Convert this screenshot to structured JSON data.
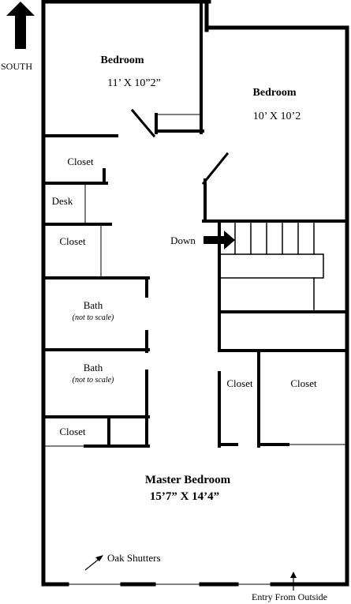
{
  "compass": {
    "label": "SOUTH",
    "icon": "north-arrow-icon"
  },
  "rooms": {
    "bedroom_1": {
      "name": "Bedroom",
      "dims": "11’ X 10”2”"
    },
    "bedroom_2": {
      "name": "Bedroom",
      "dims": "10’ X 10’2"
    },
    "closet_1": "Closet",
    "desk": "Desk",
    "closet_2": "Closet",
    "bath_1": {
      "name": "Bath",
      "note": "(not to scale)"
    },
    "bath_2": {
      "name": "Bath",
      "note": "(not to scale)"
    },
    "closet_3": "Closet",
    "closet_4": "Closet",
    "closet_5": "Closet",
    "master": {
      "name": "Master Bedroom",
      "dims": "15’7” X 14’4”"
    }
  },
  "annotations": {
    "down": "Down",
    "oak_shutters": "Oak Shutters",
    "entry": "Entry From Outside"
  },
  "colors": {
    "ink": "#000000",
    "background": "#ffffff"
  }
}
